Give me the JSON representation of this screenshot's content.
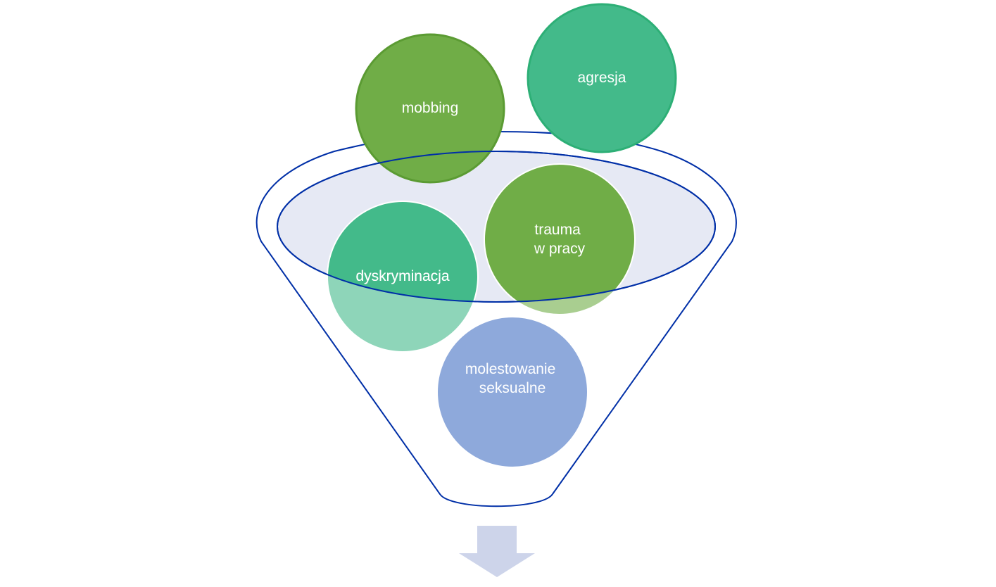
{
  "diagram": {
    "type": "funnel",
    "items": [
      {
        "id": "mobbing",
        "label_lines": [
          "mobbing"
        ],
        "fill": "#70AD47",
        "stroke": "#5B9B33"
      },
      {
        "id": "agresja",
        "label_lines": [
          "agresja"
        ],
        "fill": "#43BA8A",
        "stroke": "#2DAF76"
      },
      {
        "id": "dyskryminacja",
        "label_lines": [
          "dyskryminacja"
        ],
        "fill": "#43BA8A",
        "stroke": "#ffffff"
      },
      {
        "id": "trauma",
        "label_lines": [
          "trauma",
          "w pracy"
        ],
        "fill": "#70AD47",
        "stroke": "#ffffff"
      },
      {
        "id": "molestowanie",
        "label_lines": [
          "molestowanie",
          "seksualne"
        ],
        "fill": "#8EA9DB",
        "stroke": "#ffffff"
      }
    ],
    "colors": {
      "funnel_outline": "#002FA7",
      "funnel_inner_fill": "#E6E9F4",
      "arrow": "#CDD4EA"
    }
  }
}
